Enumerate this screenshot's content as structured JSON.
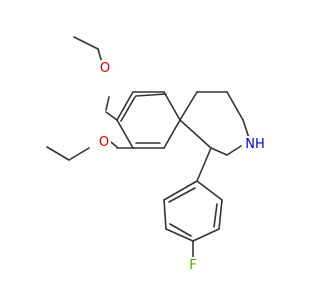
{
  "molecule": {
    "atoms": {
      "o_upper": {
        "symbol": "O",
        "color": "#d40000"
      },
      "o_lower": {
        "symbol": "O",
        "color": "#d40000"
      },
      "n_ring": {
        "symbol": "NH",
        "color": "#0000cc"
      },
      "f_sub": {
        "symbol": "F",
        "color": "#55aa00"
      }
    },
    "bond_color": "#333333"
  }
}
